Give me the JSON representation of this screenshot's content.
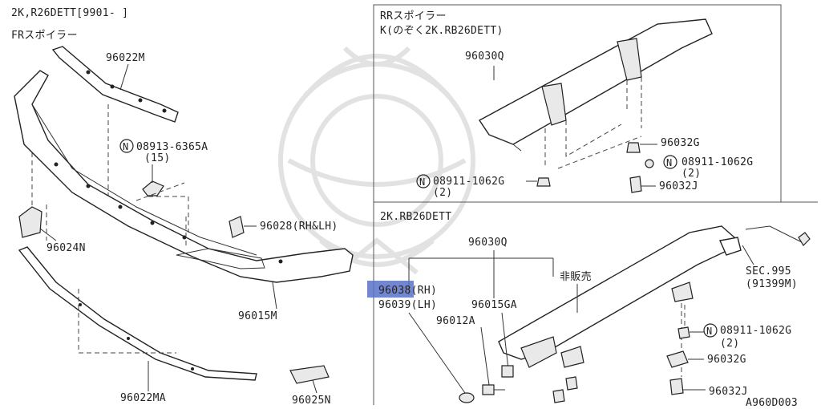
{
  "header": {
    "model": "2K,R26DETT[9901-         ]",
    "section_front": "FRスポイラー"
  },
  "panel_rear_top": {
    "title_line1": "RRスポイラー",
    "title_line2": "K(のぞく2K.RB26DETT)"
  },
  "panel_rear_bottom": {
    "title": "2K.RB26DETT",
    "not_for_sale": "非販売"
  },
  "callouts": {
    "p96022M": "96022M",
    "p08913": "08913-6365A",
    "p08913_qty": "(15)",
    "p96024N": "96024N",
    "p96028": "96028(RH&LH)",
    "p96015M": "96015M",
    "p96022MA": "96022MA",
    "p96025N": "96025N",
    "p96030Q_top": "96030Q",
    "p96032G_top": "96032G",
    "p08911_top_r": "08911-1062G",
    "p08911_top_r_qty": "(2)",
    "p08911_top_l": "08911-1062G",
    "p08911_top_l_qty": "(2)",
    "p96032J_top": "96032J",
    "p96030Q_bot": "96030Q",
    "p96038": "96038(RH)",
    "p96039": "96039(LH)",
    "p96015GA": "96015GA",
    "p96012A": "96012A",
    "sec": "SEC.995",
    "sec_ref": "(91399M)",
    "p08911_bot": "08911-1062G",
    "p08911_bot_qty": "(2)",
    "p96032G_bot": "96032G",
    "p96032J_bot": "96032J"
  },
  "symbols": {
    "nut_marker": "N"
  },
  "footer": {
    "diagram_id": "A960D003"
  },
  "colors": {
    "highlight": "#5b72c8",
    "line": "#222222",
    "background": "#ffffff"
  },
  "highlighted_part": "96038(RH)"
}
